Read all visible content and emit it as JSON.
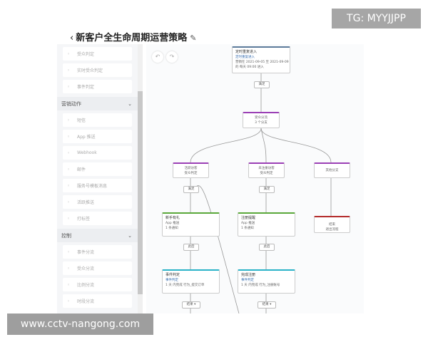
{
  "title": "新客户全生命周期运营策略",
  "sidebar": {
    "top_items": [
      {
        "icon": "person-icon",
        "label": "受众判定"
      },
      {
        "icon": "person-icon",
        "label": "实时受众判定"
      },
      {
        "icon": "event-icon",
        "label": "事件判定"
      }
    ],
    "sections": [
      {
        "label": "营销动作",
        "items": [
          {
            "icon": "megaphone-icon",
            "label": "短信"
          },
          {
            "icon": "phone-icon",
            "label": "App 推送"
          },
          {
            "icon": "webhook-icon",
            "label": "Webhook"
          },
          {
            "icon": "mail-icon",
            "label": "邮件"
          },
          {
            "icon": "wechat-icon",
            "label": "服务号模板消息"
          },
          {
            "icon": "wechat-icon",
            "label": "活跃推送"
          },
          {
            "icon": "tag-icon",
            "label": "打标签"
          }
        ]
      },
      {
        "label": "控制",
        "items": [
          {
            "icon": "event-icon",
            "label": "事件分流"
          },
          {
            "icon": "person-icon",
            "label": "受众分流"
          },
          {
            "icon": "ratio-icon",
            "label": "比例分流"
          },
          {
            "icon": "clock-icon",
            "label": "时段分流"
          }
        ]
      }
    ]
  },
  "canvas": {
    "start": {
      "title": "定时重复进入",
      "l1": "定时重复进入",
      "l2": "营销在 2021-09-05 至 2021-09-09",
      "l3": "的 每天 09:00 进入"
    },
    "label_satisfy": "满足",
    "split": {
      "title": "受众分流",
      "sub": "3 个分支"
    },
    "branches": [
      {
        "title": "活跃访客",
        "sub": "受众判定"
      },
      {
        "title": "未注册访客",
        "sub": "受众判定"
      },
      {
        "title": "其他分支",
        "sub": ""
      }
    ],
    "actions": [
      {
        "title": "新手有礼",
        "l1": "App 推送",
        "l2": "1 条通知"
      },
      {
        "title": "注册提醒",
        "l1": "App 推送",
        "l2": "1 条通知"
      }
    ],
    "end": {
      "title": "结束",
      "sub": "退出流程"
    },
    "label_next": "此后",
    "checks": [
      {
        "title": "事件判定",
        "l1": "事件判定",
        "l2": "1 天 内完成 行为_提交订单"
      },
      {
        "title": "完成注册",
        "l1": "事件判定",
        "l2": "1 天 内完成 行为_注册账号"
      }
    ],
    "label_bottom": "结果 ▾"
  },
  "watermark": "TG: MYYJJPP",
  "site_url": "www.cctv-nangong.com",
  "colors": {
    "purple": "#9b3fb5",
    "green": "#5aa83a",
    "cyan": "#2ab3c8",
    "red": "#b32a2a",
    "start": "#5b7a9a"
  }
}
